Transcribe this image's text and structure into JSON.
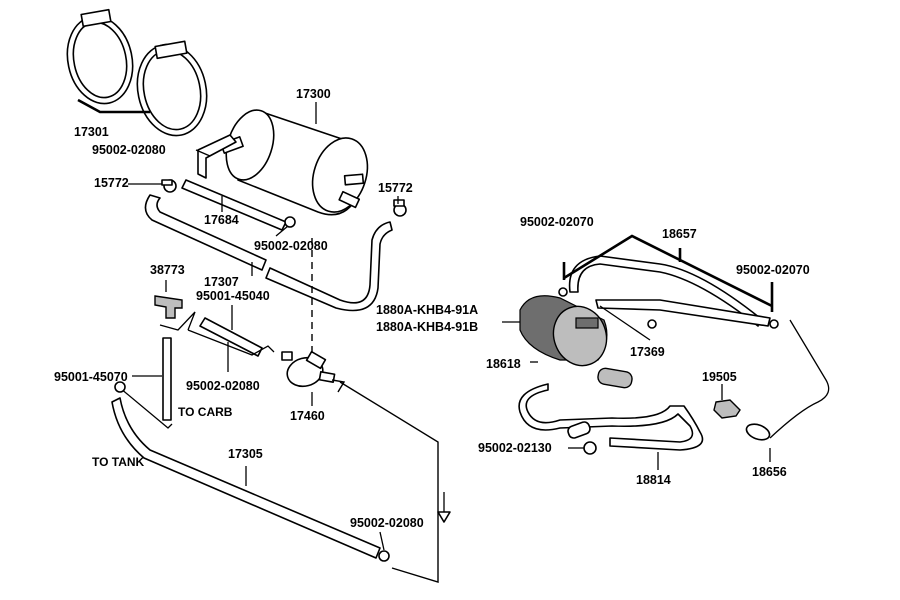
{
  "labels": {
    "p17301": "17301",
    "p95002_02080_a": "95002-02080",
    "p15772_a": "15772",
    "p17684": "17684",
    "p17300": "17300",
    "p15772_b": "15772",
    "p95002_02080_b": "95002-02080",
    "p17307": "17307",
    "p38773": "38773",
    "p95001_45040": "95001-45040",
    "p95001_45070": "95001-45070",
    "p95002_02080_c": "95002-02080",
    "to_carb": "TO CARB",
    "p17460": "17460",
    "to_tank": "TO TANK",
    "p17305": "17305",
    "p95002_02080_d": "95002-02080",
    "p95002_02070_a": "95002-02070",
    "p18657": "18657",
    "p95002_02070_b": "95002-02070",
    "p1880A_KHB4_91A": "1880A-KHB4-91A",
    "p1880A_KHB4_91B": "1880A-KHB4-91B",
    "p17369": "17369",
    "p18618": "18618",
    "p19505": "19505",
    "p95002_02130": "95002-02130",
    "p18814": "18814",
    "p18656": "18656"
  }
}
